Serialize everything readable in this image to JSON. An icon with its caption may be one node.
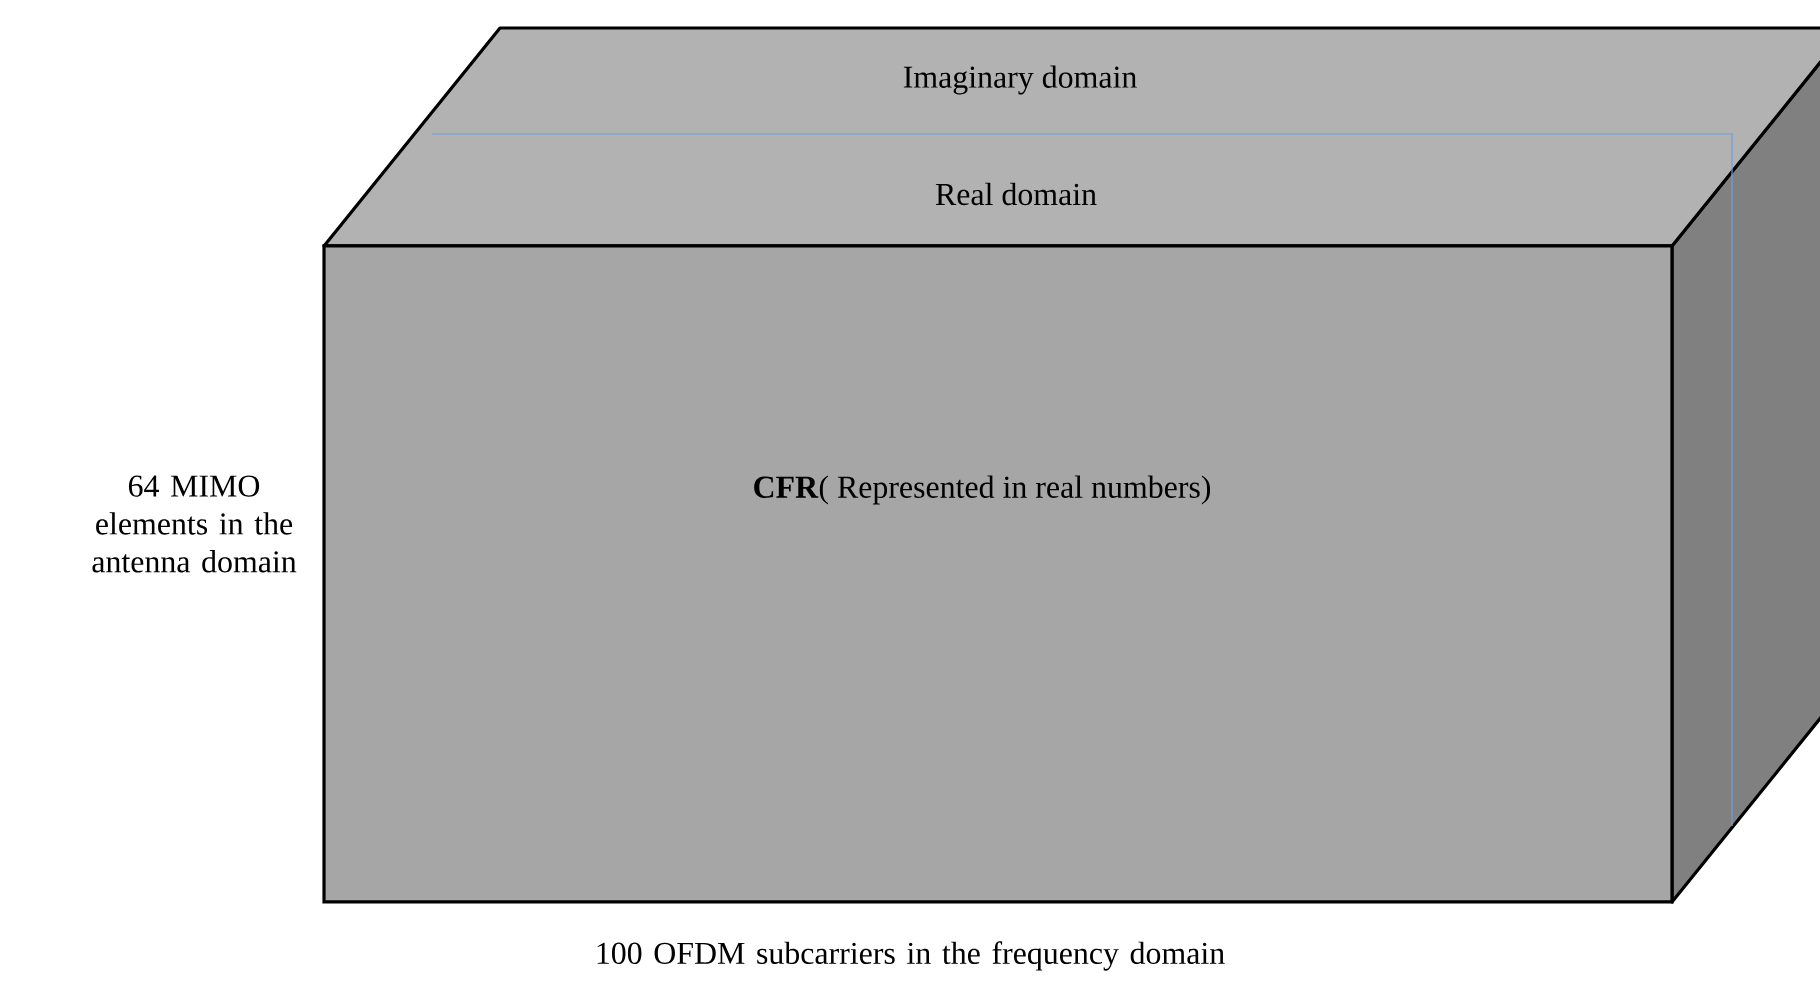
{
  "diagram": {
    "nodes": [
      {
        "text": [
          "Imaginary domain",
          "Real domain"
        ]
      },
      {
        "text": [
          "**CFR**( Represented in real numbers)"
        ]
      }
    ],
    "labels": [
      "64 MIMO elements in the antenna domain",
      "100 OFDM subcarriers in the frequency domain"
    ]
  }
}
